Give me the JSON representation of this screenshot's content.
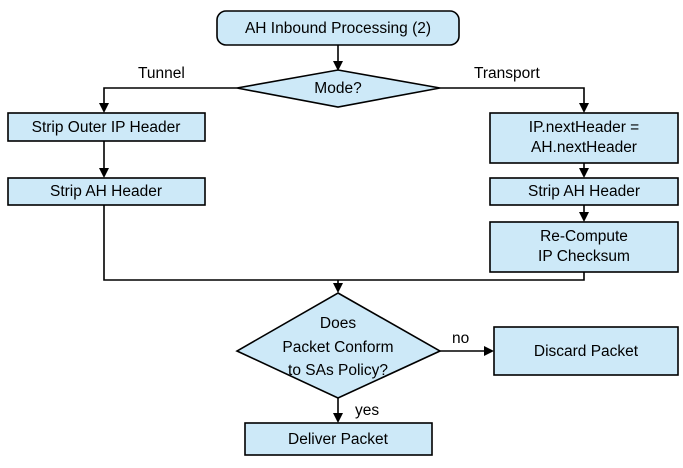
{
  "diagram": {
    "title": "AH Inbound Processing (2)",
    "colors": {
      "node_fill": "#cde9f8",
      "node_stroke": "#000000",
      "background": "#ffffff",
      "text": "#000000"
    },
    "nodes": {
      "start": {
        "label": "AH Inbound Processing (2)",
        "shape": "rounded-rect"
      },
      "mode_decision": {
        "label": "Mode?",
        "shape": "diamond"
      },
      "strip_outer_ip": {
        "label": "Strip Outer IP Header",
        "shape": "rect"
      },
      "strip_ah_tunnel": {
        "label": "Strip AH Header",
        "shape": "rect"
      },
      "ip_nextheader": {
        "line1": "IP.nextHeader =",
        "line2": "AH.nextHeader",
        "shape": "rect"
      },
      "strip_ah_transport": {
        "label": "Strip AH Header",
        "shape": "rect"
      },
      "recompute_checksum": {
        "line1": "Re-Compute",
        "line2": "IP Checksum",
        "shape": "rect"
      },
      "conform_decision": {
        "line1": "Does",
        "line2": "Packet Conform",
        "line3": "to SAs Policy?",
        "shape": "diamond"
      },
      "discard_packet": {
        "label": "Discard Packet",
        "shape": "rect"
      },
      "deliver_packet": {
        "label": "Deliver Packet",
        "shape": "rect"
      }
    },
    "edge_labels": {
      "tunnel": "Tunnel",
      "transport": "Transport",
      "no": "no",
      "yes": "yes"
    }
  }
}
